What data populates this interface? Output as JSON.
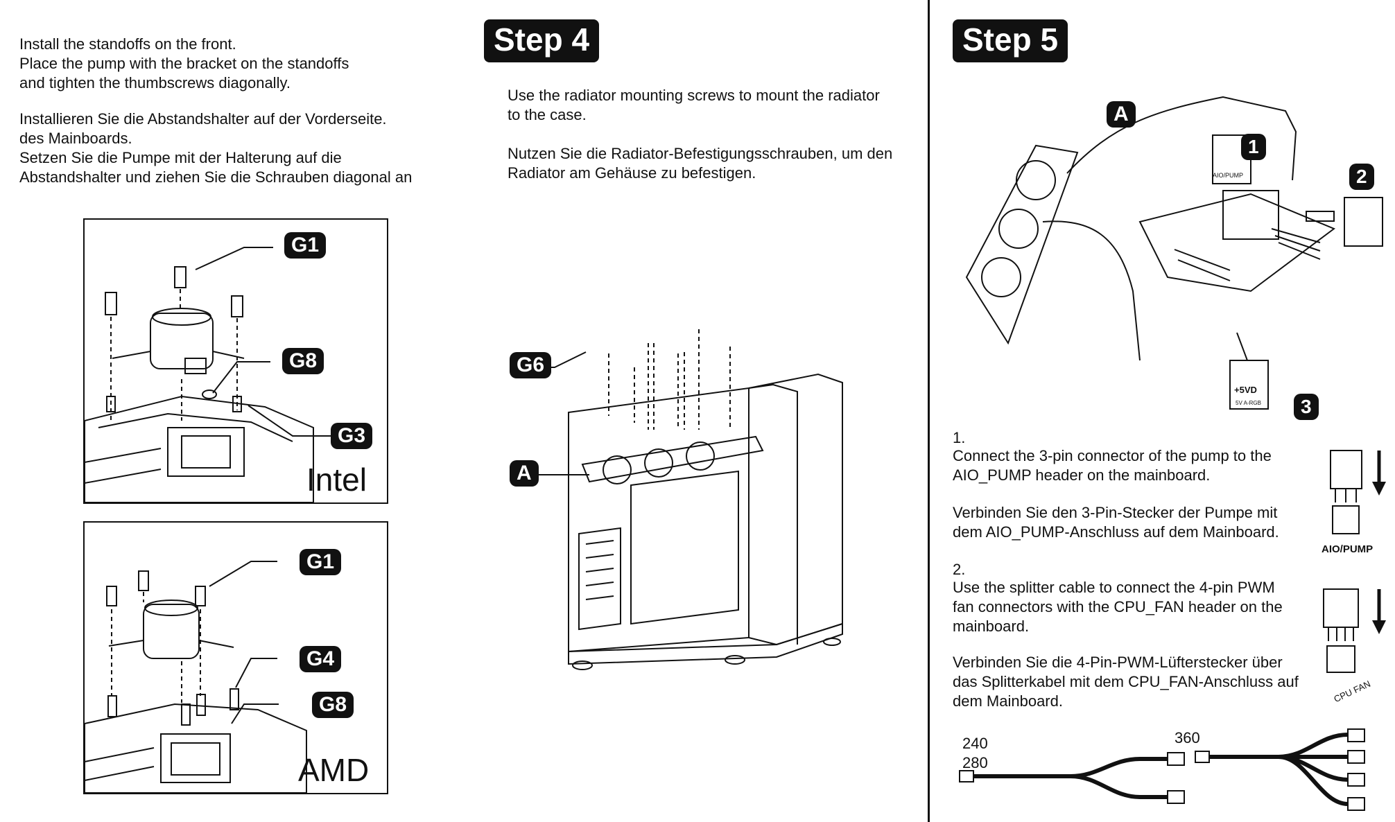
{
  "left": {
    "en_text": "Install the standoffs on the front.\nPlace the pump with the bracket on the standoffs\nand tighten the thumbscrews diagonally.",
    "de_text": "Installieren Sie die Abstandshalter auf der Vorderseite.\ndes Mainboards.\nSetzen Sie die Pumpe mit der Halterung auf die\nAbstandshalter und ziehen Sie die Schrauben diagonal an",
    "intel": {
      "labels": [
        "G1",
        "G8",
        "G3"
      ],
      "platform": "Intel"
    },
    "amd": {
      "labels": [
        "G1",
        "G4",
        "G8"
      ],
      "platform": "AMD"
    }
  },
  "step4": {
    "title": "Step 4",
    "en_text": "Use the radiator mounting screws to mount the radiator\nto the case.",
    "de_text": "Nutzen Sie die Radiator-Befestigungsschrauben, um den\nRadiator am Gehäuse zu befestigen.",
    "label_screws": "G6",
    "label_radiator": "A"
  },
  "step5": {
    "title": "Step 5",
    "label_radiator": "A",
    "callouts": [
      "1",
      "2",
      "3"
    ],
    "small_labels": {
      "aio": "AIO/PUMP",
      "svd": "+5VD",
      "svd_sub": "5V A-RGB"
    },
    "item1": {
      "num": "1.",
      "en": "Connect the 3-pin connector of the pump to the\nAIO_PUMP header on the mainboard.",
      "de": "Verbinden Sie den 3-Pin-Stecker der Pumpe mit\ndem AIO_PUMP-Anschluss auf dem Mainboard.",
      "connector_label": "AIO/PUMP"
    },
    "item2": {
      "num": "2.",
      "en": "Use the splitter cable to connect the 4-pin PWM\nfan connectors with the CPU_FAN header on the\nmainboard.",
      "de": "Verbinden Sie die 4-Pin-PWM-Lüfterstecker über\ndas Splitterkabel mit dem CPU_FAN-Anschluss auf\ndem Mainboard.",
      "connector_label": "CPU FAN"
    },
    "splitter": {
      "label_a": "240",
      "label_b": "280",
      "label_c": "360"
    }
  }
}
